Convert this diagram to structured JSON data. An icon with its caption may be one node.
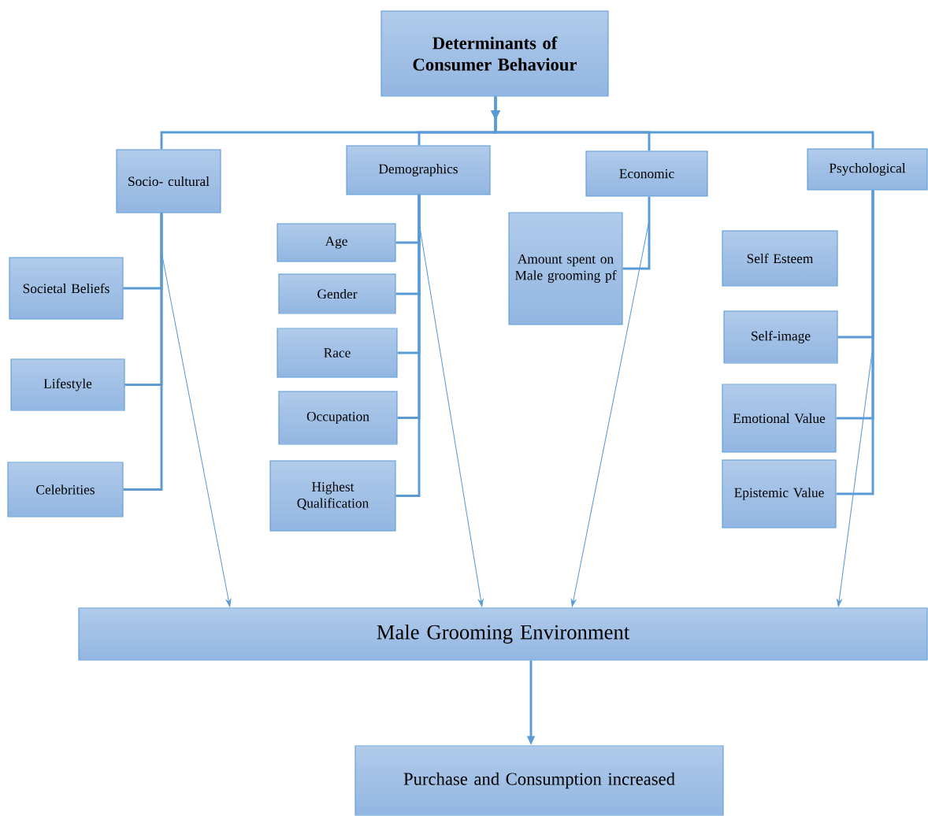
{
  "diagram": {
    "nodes": [
      {
        "text": [
          "Determinants of Consumer Behaviour"
        ]
      },
      {
        "text": [
          "Socio- cultural"
        ]
      },
      {
        "text": [
          "Demographics"
        ]
      },
      {
        "text": [
          "Economic"
        ]
      },
      {
        "text": [
          "Psychological"
        ]
      },
      {
        "text": [
          "Societal Beliefs"
        ]
      },
      {
        "text": [
          "Lifestyle"
        ]
      },
      {
        "text": [
          "Celebrities"
        ]
      },
      {
        "text": [
          "Age"
        ]
      },
      {
        "text": [
          "Gender"
        ]
      },
      {
        "text": [
          "Race"
        ]
      },
      {
        "text": [
          "Occupation"
        ]
      },
      {
        "text": [
          "Highest Qualification"
        ]
      },
      {
        "text": [
          "Amount spent on Male grooming pf"
        ]
      },
      {
        "text": [
          "Self Esteem"
        ]
      },
      {
        "text": [
          "Self-image"
        ]
      },
      {
        "text": [
          "Emotional Value"
        ]
      },
      {
        "text": [
          "Epistemic Value"
        ]
      },
      {
        "text": [
          "Male Grooming Environment"
        ]
      },
      {
        "text": [
          "Purchase and Consumption increased"
        ]
      }
    ],
    "edges": [
      {
        "from": 0,
        "to": 1,
        "arrow": "to"
      },
      {
        "from": 0,
        "to": 2,
        "arrow": "to"
      },
      {
        "from": 0,
        "to": 3,
        "arrow": "to"
      },
      {
        "from": 0,
        "to": 4,
        "arrow": "to"
      },
      {
        "from": 1,
        "to": 5,
        "arrow": "none"
      },
      {
        "from": 1,
        "to": 6,
        "arrow": "none"
      },
      {
        "from": 1,
        "to": 7,
        "arrow": "none"
      },
      {
        "from": 2,
        "to": 8,
        "arrow": "none"
      },
      {
        "from": 2,
        "to": 9,
        "arrow": "none"
      },
      {
        "from": 2,
        "to": 10,
        "arrow": "none"
      },
      {
        "from": 2,
        "to": 11,
        "arrow": "none"
      },
      {
        "from": 2,
        "to": 12,
        "arrow": "none"
      },
      {
        "from": 3,
        "to": 13,
        "arrow": "none"
      },
      {
        "from": 4,
        "to": 15,
        "arrow": "none"
      },
      {
        "from": 4,
        "to": 16,
        "arrow": "none"
      },
      {
        "from": 4,
        "to": 17,
        "arrow": "none"
      },
      {
        "from": 1,
        "to": 18,
        "arrow": "to"
      },
      {
        "from": 2,
        "to": 18,
        "arrow": "to"
      },
      {
        "from": 3,
        "to": 18,
        "arrow": "to"
      },
      {
        "from": 4,
        "to": 18,
        "arrow": "to"
      },
      {
        "from": 18,
        "to": 19,
        "arrow": "to"
      }
    ]
  }
}
